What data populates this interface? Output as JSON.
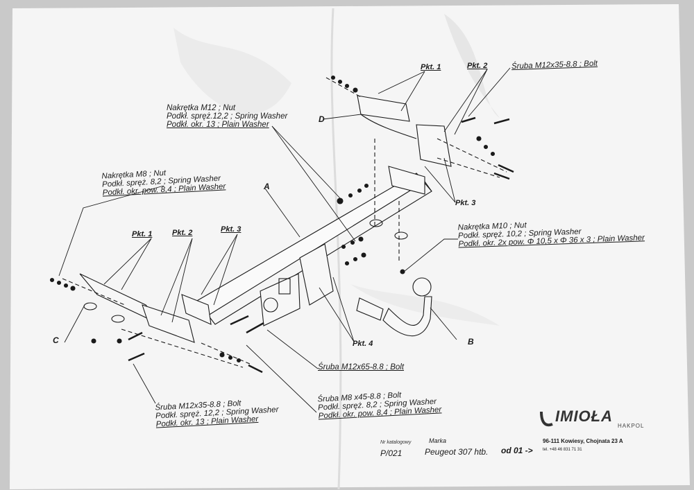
{
  "labels": {
    "nut_m12": [
      "Nakrętka M12 ; Nut",
      "Podkł. spręż.12,2 ; Spring Washer",
      "Podkł. okr. 13 ; Plain Washer"
    ],
    "nut_m8": [
      "Nakrętka M8 ; Nut",
      "Podkł. spręż. 8,2 ; Spring Washer",
      "Podkł. okr. pow. 8,4 ; Plain Washer"
    ],
    "nut_m10": [
      "Nakrętka M10 ; Nut",
      "Podkł. spręż. 10,2 ; Spring Washer",
      "Podkł. okr. 2x pow. Φ 10,5 x Φ 36 x 3 ; Plain Washer"
    ],
    "bolt_m12x35_top": "Śruba M12x35-8.8 ; Bolt",
    "bolt_m12x65": "Śruba M12x65-8.8 ; Bolt",
    "bolt_m8x45": [
      "Śruba M8 x45-8.8 ; Bolt",
      "Podkł. spręż. 8,2 ; Spring Washer",
      "Podkł. okr. pow. 8,4 ; Plain Washer"
    ],
    "bolt_m12x35_bottom": [
      "Śruba M12x35-8.8 ; Bolt",
      "Podkł. spręż. 12,2 ; Spring Washer",
      "Podkł. okr. 13 ; Plain Washer"
    ]
  },
  "points": {
    "right_pkt1": "Pkt. 1",
    "right_pkt2": "Pkt. 2",
    "right_pkt3": "Pkt. 3",
    "left_pkt1": "Pkt. 1",
    "left_pkt2": "Pkt. 2",
    "left_pkt3": "Pkt. 3",
    "pkt4": "Pkt. 4"
  },
  "letters": {
    "a": "A",
    "b": "B",
    "c": "C",
    "d": "D"
  },
  "footer": {
    "catalog_label": "Nr katalogowy",
    "catalog_value": "P/021",
    "make_label": "Marka",
    "make_value": "Peugeot 307 htb.",
    "from_value": "od 01 ->",
    "address": "96-111 Kowiesy, Chojnata 23 A",
    "phone": "tel. +48 46 831 71 31"
  },
  "logo": {
    "brand": "IMIOŁA",
    "sub": "HAKPOL"
  },
  "colors": {
    "paper": "#f4f4f4",
    "ink": "#1a1a1a",
    "background": "#c9c9c9"
  }
}
